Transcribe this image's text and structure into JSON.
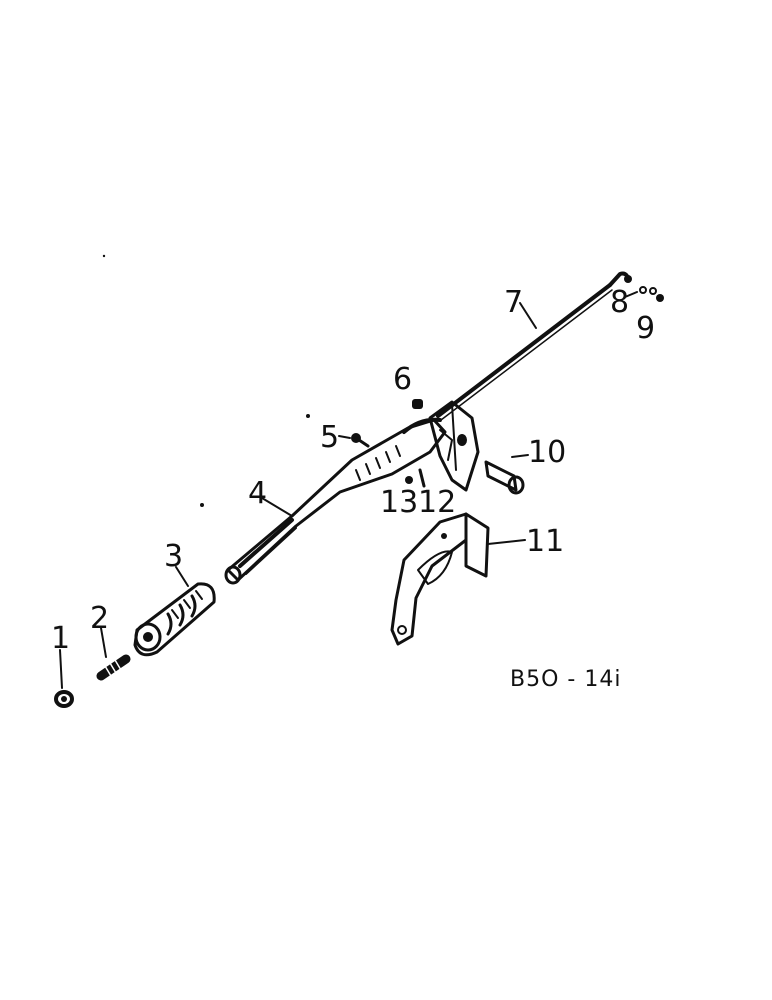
{
  "diagram": {
    "drawing_code": "B5O - 14i",
    "callouts": {
      "p1": "1",
      "p2": "2",
      "p3": "3",
      "p4": "4",
      "p5": "5",
      "p6": "6",
      "p7": "7",
      "p8": "8",
      "p9": "9",
      "p10": "10",
      "p11": "11",
      "p12": "12",
      "p13": "13"
    }
  }
}
